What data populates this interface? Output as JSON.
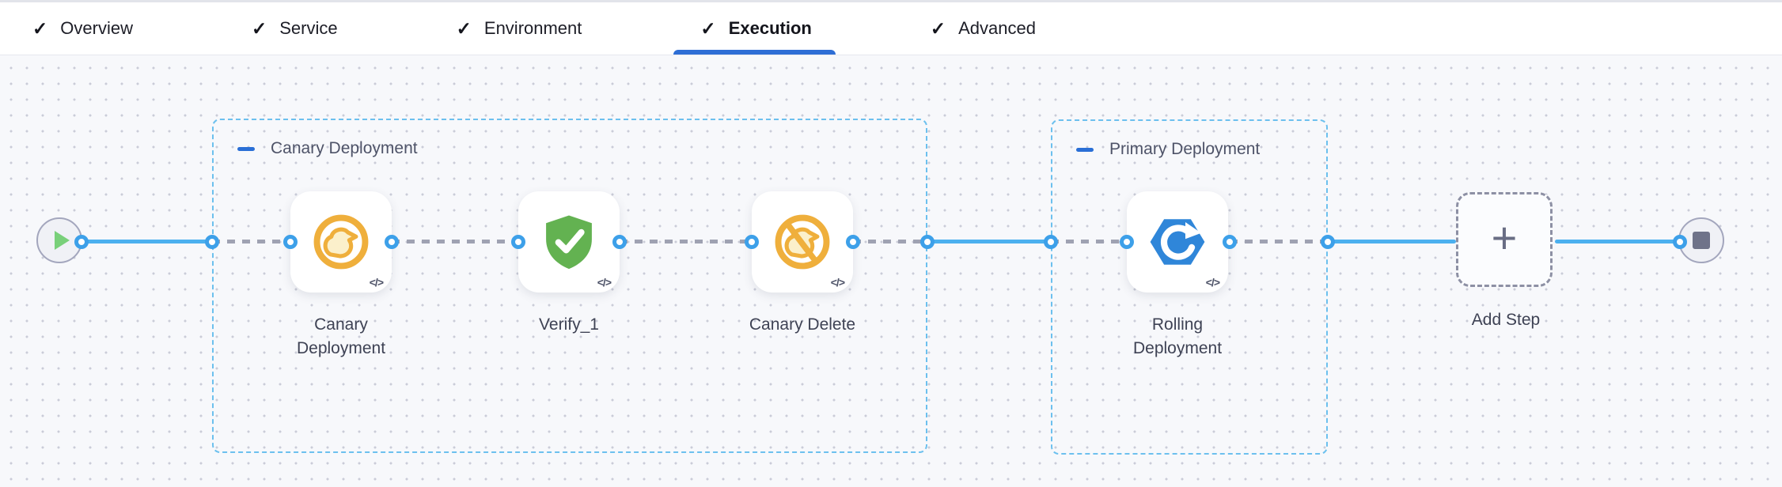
{
  "tab_bar": {
    "check_glyph": "✓",
    "tabs": [
      {
        "label": "Overview",
        "completed": true,
        "active": false
      },
      {
        "label": "Service",
        "completed": true,
        "active": false
      },
      {
        "label": "Environment",
        "completed": true,
        "active": false
      },
      {
        "label": "Execution",
        "completed": true,
        "active": true
      },
      {
        "label": "Advanced",
        "completed": true,
        "active": false
      }
    ]
  },
  "canvas": {
    "start_node": {
      "icon": "play-icon"
    },
    "end_node": {
      "icon": "stop-icon"
    },
    "groups": [
      {
        "label": "Canary Deployment"
      },
      {
        "label": "Primary Deployment"
      }
    ],
    "steps": [
      {
        "label": "Canary Deployment",
        "icon": "canary-bird-icon",
        "code_badge": "</>"
      },
      {
        "label": "Verify_1",
        "icon": "shield-check-icon",
        "code_badge": "</>"
      },
      {
        "label": "Canary Delete",
        "icon": "canary-crossed-icon",
        "code_badge": "</>"
      },
      {
        "label": "Rolling Deployment",
        "icon": "rolling-refresh-icon",
        "code_badge": "</>"
      }
    ],
    "add_step": {
      "label": "Add Step",
      "plus_glyph": "+"
    }
  },
  "colors": {
    "accent_blue": "#2e6ed5",
    "flow_line_blue": "#4cb0ef",
    "connector_blue": "#3da0e9",
    "group_border_blue": "#6cc0ee",
    "canary_orange": "#efaf3c",
    "verify_green": "#63b251",
    "rolling_blue": "#2f86d9",
    "play_green": "#79d07a",
    "canvas_bg": "#f7f8fb"
  }
}
